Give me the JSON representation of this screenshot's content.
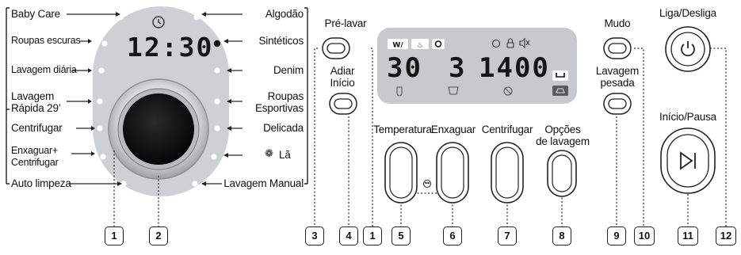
{
  "dial": {
    "left_programs": [
      "Baby Care",
      "Roupas escuras",
      "Lavagem diária",
      "Lavagem",
      "Rápida 29’",
      "Centrifugar",
      "Enxaguar+",
      "Centrifugar",
      "Auto limpeza"
    ],
    "right_programs": [
      "Algodão",
      "Sintéticos",
      "Denim",
      "Roupas",
      "Esportivas",
      "Delicada",
      "Lã",
      "Lavagem Manual"
    ],
    "clock": "12:30"
  },
  "buttons": {
    "pre_wash": "Pré-lavar",
    "delay_start_1": "Adiar",
    "delay_start_2": "Início",
    "temperature": "Temperatura",
    "rinse": "Enxaguar",
    "spin": "Centrifugar",
    "options_1": "Opções",
    "options_2": "de lavagem",
    "mute": "Mudo",
    "heavy_1": "Lavagem",
    "heavy_2": "pesada",
    "power": "Liga/Desliga",
    "start_pause": "Início/Pausa"
  },
  "display": {
    "temperature": "30",
    "rinse": "3",
    "spin": "1400"
  },
  "callouts": [
    "1",
    "2",
    "3",
    "4",
    "1",
    "5",
    "6",
    "7",
    "8",
    "9",
    "10",
    "11",
    "12"
  ],
  "colors": {
    "panel_gray": "#cfd0d2",
    "display_gray": "#c8c9cb",
    "dial_dark": "#0e0e0e"
  }
}
